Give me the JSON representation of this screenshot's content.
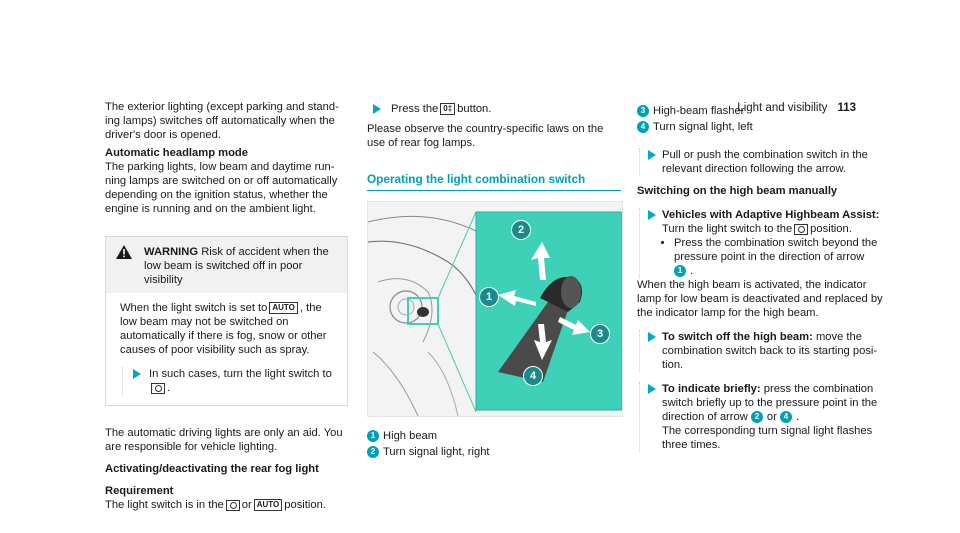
{
  "header": {
    "section": "Light and visibility",
    "page": "113"
  },
  "col1": {
    "intro": "The exterior lighting (except parking and stand-ing lamps) switches off automatically when the driver's door is opened.",
    "auto_title": "Automatic headlamp mode",
    "auto_text": "The parking lights, low beam and daytime run-ning lamps are switched on or off automatically depending on the ignition status, whether the engine is running and on the ambient light.",
    "warning_label": "WARNING",
    "warning_text": "Risk of accident when the low beam is switched off in poor visibility",
    "warning_body_a": "When the light switch is set to",
    "warning_body_b": ", the low beam may not be switched on automatically if there is fog, snow or other causes of poor visibility such as spray.",
    "warning_step_a": "In such cases, turn the light switch to",
    "warning_step_b": ".",
    "aid_text": "The automatic driving lights are only an aid. You are responsible for vehicle lighting.",
    "fog_title": "Activating/deactivating the rear fog light",
    "req_title": "Requirement",
    "req_a": "The light switch is in the",
    "req_or": "or",
    "req_b": "position.",
    "sym_auto": "AUTO"
  },
  "col2": {
    "press_a": "Press the",
    "press_b": "button.",
    "observe": "Please observe the country-specific laws on the use of rear fog lamps.",
    "section_title": "Operating the light combination switch",
    "legend": [
      {
        "n": "1",
        "text": "High beam"
      },
      {
        "n": "2",
        "text": "Turn signal light, right"
      }
    ],
    "sym_fog": "0‡"
  },
  "col3": {
    "legend": [
      {
        "n": "3",
        "text": "High-beam flasher"
      },
      {
        "n": "4",
        "text": "Turn signal light, left"
      }
    ],
    "pull_step": "Pull or push the combination switch in the relevant direction following the arrow.",
    "switch_title": "Switching on the high beam manually",
    "assist_title": "Vehicles with Adaptive Highbeam Assist:",
    "assist_a": "Turn the light switch to the",
    "assist_b": "position.",
    "assist_bullet_a": "Press the combination switch beyond the pressure point in the direction of arrow",
    "assist_bullet_n": "1",
    "assist_bullet_b": ".",
    "activated_text": "When the high beam is activated, the indicator lamp for low beam is deactivated and replaced by the indicator lamp for the high beam.",
    "off_title": "To switch off the high beam:",
    "off_text": "move the combination switch back to its starting posi-tion.",
    "brief_title": "To indicate briefly:",
    "brief_a": "press the combination switch briefly up to the pressure point in the direction of arrow",
    "brief_n1": "2",
    "brief_or": "or",
    "brief_n2": "4",
    "brief_b": ".",
    "brief_c": "The corresponding turn signal light flashes three times."
  },
  "figure": {
    "labels": [
      "1",
      "2",
      "3",
      "4"
    ]
  },
  "colors": {
    "accent": "#00a0b8",
    "panel": "#3fd0b8"
  }
}
